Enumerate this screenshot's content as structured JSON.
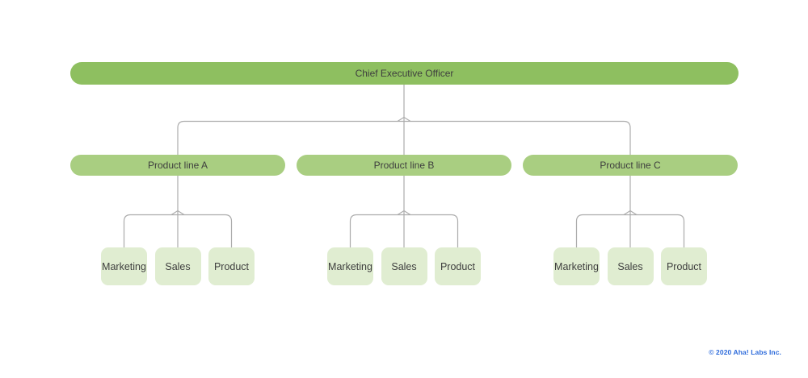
{
  "diagram": {
    "type": "org-chart",
    "root": {
      "label": "Chief Executive Officer"
    },
    "groups": [
      {
        "label": "Product line A",
        "children": [
          {
            "label": "Marketing"
          },
          {
            "label": "Sales"
          },
          {
            "label": "Product"
          }
        ]
      },
      {
        "label": "Product line B",
        "children": [
          {
            "label": "Marketing"
          },
          {
            "label": "Sales"
          },
          {
            "label": "Product"
          }
        ]
      },
      {
        "label": "Product line C",
        "children": [
          {
            "label": "Marketing"
          },
          {
            "label": "Sales"
          },
          {
            "label": "Product"
          }
        ]
      }
    ],
    "colors": {
      "root_fill": "#8ebf60",
      "group_fill": "#a9ce81",
      "leaf_fill": "#e0edd1",
      "connector": "#acacac",
      "node_text": "#3e3e3e"
    }
  },
  "footer": {
    "copyright": "© 2020 Aha! Labs Inc.",
    "color": "#2d6bdb"
  }
}
